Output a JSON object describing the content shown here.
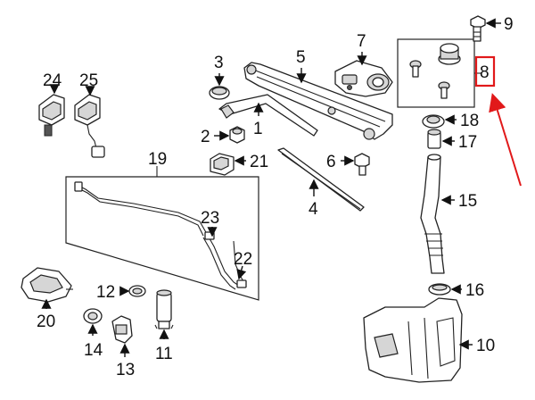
{
  "diagram": {
    "callouts": {
      "c1": "1",
      "c2": "2",
      "c3": "3",
      "c4": "4",
      "c5": "5",
      "c6": "6",
      "c7": "7",
      "c8": "8",
      "c9": "9",
      "c10": "10",
      "c11": "11",
      "c12": "12",
      "c13": "13",
      "c14": "14",
      "c15": "15",
      "c16": "16",
      "c17": "17",
      "c18": "18",
      "c19": "19",
      "c20": "20",
      "c21": "21",
      "c22": "22",
      "c23": "23",
      "c24": "24",
      "c25": "25"
    },
    "highlighted_callout": "8",
    "colors": {
      "highlight": "#e1191a",
      "ink": "#222222",
      "background": "#ffffff"
    }
  }
}
